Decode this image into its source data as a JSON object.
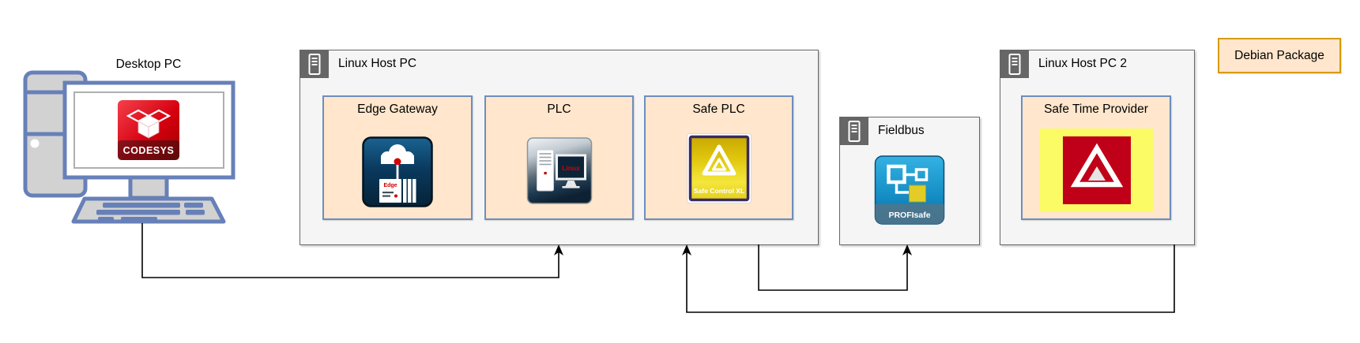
{
  "diagram": {
    "desktop_pc": {
      "label": "Desktop PC",
      "logo_text": "CODESYS"
    },
    "linux_host_pc": {
      "title": "Linux Host PC",
      "nodes": [
        {
          "label": "Edge Gateway",
          "icon_text": "Edge"
        },
        {
          "label": "PLC",
          "icon_text": "Linux"
        },
        {
          "label": "Safe PLC",
          "icon_text": "Safe Control XL"
        }
      ]
    },
    "fieldbus": {
      "title": "Fieldbus",
      "icon_text": "PROFIsafe"
    },
    "linux_host_pc_2": {
      "title": "Linux Host PC 2",
      "nodes": [
        {
          "label": "Safe Time Provider"
        }
      ]
    },
    "debian_package": {
      "label": "Debian Package"
    },
    "colors": {
      "node_fill": "#FFE6CC",
      "node_border": "#6C8EBF",
      "container_fill": "#F5F5F5",
      "container_border": "#666666",
      "debian_border": "#D79B00",
      "desktop_blue": "#6780B8",
      "codesys_red": "#D6000F",
      "safe_yellow": "#E0C70E",
      "safety_red": "#C00018",
      "profisafe_blue": "#1690C6",
      "connector": "#000000"
    }
  }
}
